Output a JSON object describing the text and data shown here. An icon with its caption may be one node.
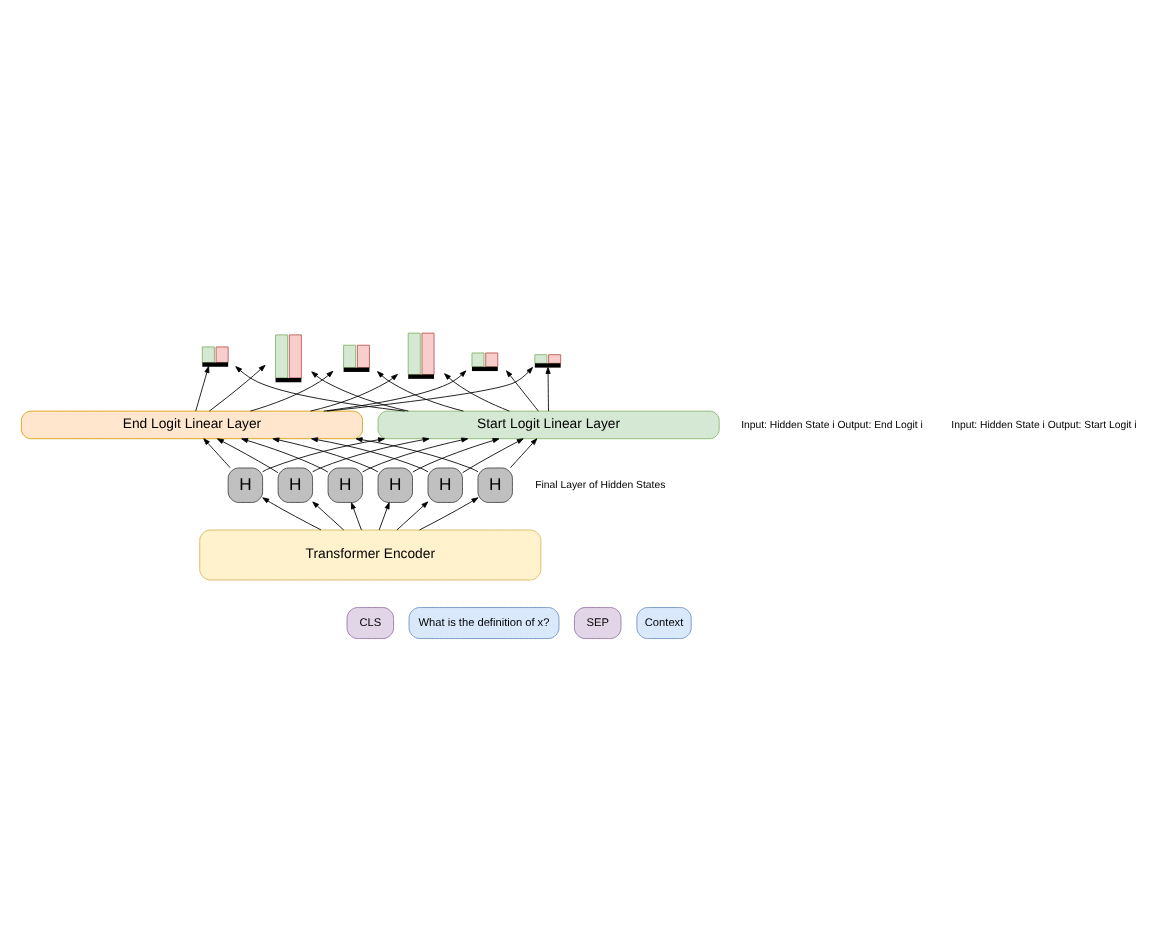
{
  "diagram": {
    "nodes": [
      {
        "text": [],
        "shape": "bar"
      },
      {
        "text": [],
        "shape": "bar"
      },
      {
        "text": [],
        "shape": "bar"
      },
      {
        "text": [],
        "shape": "bar"
      },
      {
        "text": [],
        "shape": "bar"
      },
      {
        "text": [],
        "shape": "bar"
      },
      {
        "text": [
          "End Logit Linear Layer"
        ]
      },
      {
        "text": [
          "Start Logit Linear Layer"
        ]
      },
      {
        "text": [
          "H"
        ]
      },
      {
        "text": [
          "H"
        ]
      },
      {
        "text": [
          "H"
        ]
      },
      {
        "text": [
          "H"
        ]
      },
      {
        "text": [
          "H"
        ]
      },
      {
        "text": [
          "H"
        ]
      },
      {
        "text": [
          "Transformer Encoder"
        ]
      },
      {
        "text": [
          "CLS"
        ]
      },
      {
        "text": [
          "What is the definition of x?"
        ]
      },
      {
        "text": [
          "SEP"
        ]
      },
      {
        "text": [
          "Context"
        ]
      }
    ],
    "edges": [
      {
        "from": 14,
        "to": 8,
        "arrow": "to"
      },
      {
        "from": 14,
        "to": 9,
        "arrow": "to"
      },
      {
        "from": 14,
        "to": 10,
        "arrow": "to"
      },
      {
        "from": 14,
        "to": 11,
        "arrow": "to"
      },
      {
        "from": 14,
        "to": 12,
        "arrow": "to"
      },
      {
        "from": 14,
        "to": 13,
        "arrow": "to"
      },
      {
        "from": 8,
        "to": 7,
        "arrow": "to"
      },
      {
        "from": 8,
        "to": 6,
        "arrow": "to"
      },
      {
        "from": 9,
        "to": 7,
        "arrow": "to"
      },
      {
        "from": 9,
        "to": 6,
        "arrow": "to"
      },
      {
        "from": 10,
        "to": 7,
        "arrow": "to"
      },
      {
        "from": 10,
        "to": 6,
        "arrow": "to"
      },
      {
        "from": 11,
        "to": 7,
        "arrow": "to"
      },
      {
        "from": 11,
        "to": 6,
        "arrow": "to"
      },
      {
        "from": 12,
        "to": 7,
        "arrow": "to"
      },
      {
        "from": 12,
        "to": 6,
        "arrow": "to"
      },
      {
        "from": 13,
        "to": 7,
        "arrow": "to"
      },
      {
        "from": 13,
        "to": 6,
        "arrow": "to"
      },
      {
        "from": 7,
        "to": 0,
        "arrow": "to"
      },
      {
        "from": 6,
        "to": 0,
        "arrow": "to"
      },
      {
        "from": 7,
        "to": 1,
        "arrow": "to"
      },
      {
        "from": 6,
        "to": 1,
        "arrow": "to"
      },
      {
        "from": 7,
        "to": 2,
        "arrow": "to"
      },
      {
        "from": 6,
        "to": 2,
        "arrow": "to"
      },
      {
        "from": 7,
        "to": 3,
        "arrow": "to"
      },
      {
        "from": 6,
        "to": 3,
        "arrow": "to"
      },
      {
        "from": 7,
        "to": 4,
        "arrow": "to"
      },
      {
        "from": 6,
        "to": 4,
        "arrow": "to"
      },
      {
        "from": 7,
        "to": 5,
        "arrow": "to"
      },
      {
        "from": 6,
        "to": 5,
        "arrow": "to"
      }
    ],
    "labels": [
      "Input: Hidden State i Output: End Logit i",
      "Input: Hidden State i Output: Start Logit i",
      "Final Layer of Hidden States"
    ]
  }
}
